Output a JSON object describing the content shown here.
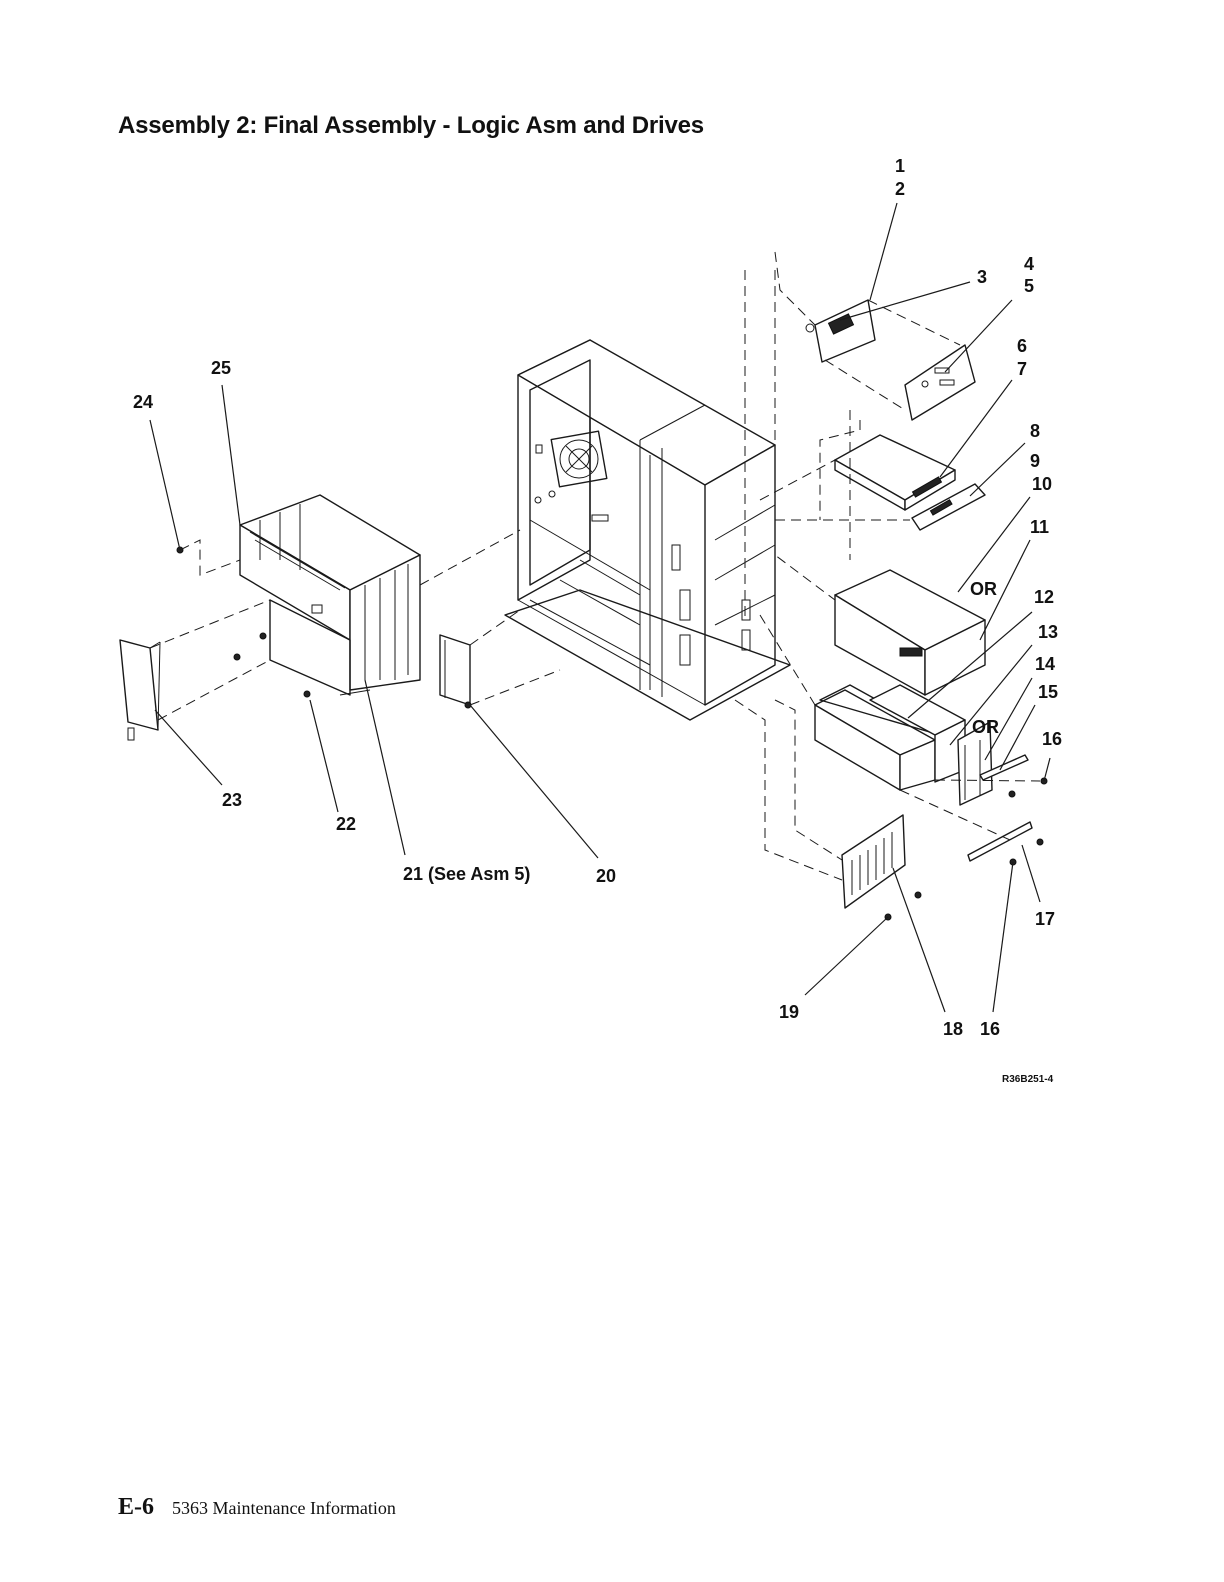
{
  "page": {
    "title": "Assembly 2:  Final Assembly - Logic Asm and Drives",
    "figure_code": "R36B251-4",
    "footer": {
      "page_number": "E-6",
      "text": "5363 Maintenance Information"
    }
  },
  "callouts": {
    "c1": "1",
    "c2": "2",
    "c3": "3",
    "c4": "4",
    "c5": "5",
    "c6": "6",
    "c7": "7",
    "c8": "8",
    "c9": "9",
    "c10": "10",
    "c11": "11",
    "c12": "12",
    "c13": "13",
    "c14": "14",
    "c15": "15",
    "c16a": "16",
    "c16b": "16",
    "c17": "17",
    "c18": "18",
    "c19": "19",
    "c20": "20",
    "c21": "21 (See Asm 5)",
    "c22": "22",
    "c23": "23",
    "c24": "24",
    "c25": "25",
    "or1": "OR",
    "or2": "OR"
  }
}
